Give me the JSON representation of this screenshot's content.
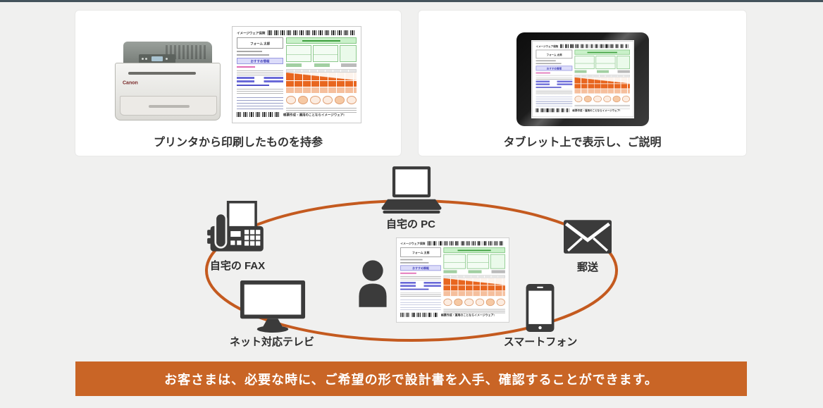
{
  "page": {
    "background": "#f0f0ef",
    "top_strip_color": "#44535c",
    "accent_orange": "#c96526"
  },
  "cards": [
    {
      "caption": "プリンタから印刷したものを持参"
    },
    {
      "caption": "タブレット上で表示し、ご説明"
    }
  ],
  "printer": {
    "brand": "Canon"
  },
  "diagram": {
    "ellipse_color": "#c45a1f",
    "nodes": [
      {
        "id": "home-pc",
        "label": "自宅の PC",
        "icon": "laptop-icon"
      },
      {
        "id": "home-fax",
        "label": "自宅の FAX",
        "icon": "fax-icon"
      },
      {
        "id": "mail",
        "label": "郵送",
        "icon": "envelope-icon"
      },
      {
        "id": "net-tv",
        "label": "ネット対応テレビ",
        "icon": "tv-icon"
      },
      {
        "id": "smartphone",
        "label": "スマートフォン",
        "icon": "smartphone-icon"
      }
    ]
  },
  "document_mock": {
    "title": "イメージウェア保険",
    "name_field": "フォーム 太郎",
    "left_header": "おすすめ情報",
    "footer_text": "帳票作成・運用のことならイメージウェア!"
  },
  "banner": {
    "text": "お客さまは、必要な時に、ご希望の形で設計書を入手、確認することができます。",
    "background": "#c96526",
    "text_color": "#ffffff"
  }
}
